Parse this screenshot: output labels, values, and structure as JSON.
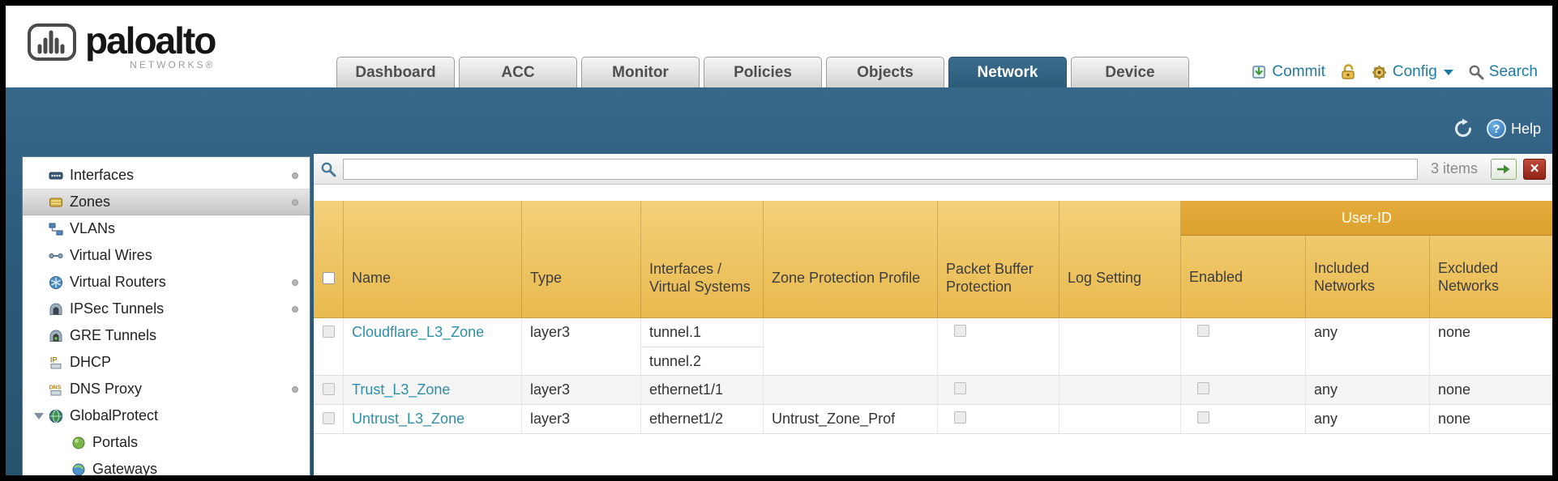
{
  "brand": {
    "name": "paloalto",
    "sub": "NETWORKS®"
  },
  "nav": {
    "tabs": [
      {
        "label": "Dashboard",
        "active": false
      },
      {
        "label": "ACC",
        "active": false
      },
      {
        "label": "Monitor",
        "active": false
      },
      {
        "label": "Policies",
        "active": false
      },
      {
        "label": "Objects",
        "active": false
      },
      {
        "label": "Network",
        "active": true
      },
      {
        "label": "Device",
        "active": false
      }
    ],
    "actions": {
      "commit": "Commit",
      "config": "Config",
      "search": "Search"
    }
  },
  "utility": {
    "help": "Help"
  },
  "sidebar": {
    "items": [
      {
        "label": "Interfaces",
        "icon": "interfaces-icon",
        "dot": true,
        "selected": false
      },
      {
        "label": "Zones",
        "icon": "zones-icon",
        "dot": true,
        "selected": true
      },
      {
        "label": "VLANs",
        "icon": "vlans-icon",
        "dot": false,
        "selected": false
      },
      {
        "label": "Virtual Wires",
        "icon": "virtual-wires-icon",
        "dot": false,
        "selected": false
      },
      {
        "label": "Virtual Routers",
        "icon": "virtual-routers-icon",
        "dot": true,
        "selected": false
      },
      {
        "label": "IPSec Tunnels",
        "icon": "ipsec-tunnels-icon",
        "dot": true,
        "selected": false
      },
      {
        "label": "GRE Tunnels",
        "icon": "gre-tunnels-icon",
        "dot": false,
        "selected": false
      },
      {
        "label": "DHCP",
        "icon": "dhcp-icon",
        "dot": false,
        "selected": false
      },
      {
        "label": "DNS Proxy",
        "icon": "dns-proxy-icon",
        "dot": true,
        "selected": false
      },
      {
        "label": "GlobalProtect",
        "icon": "globalprotect-icon",
        "dot": false,
        "selected": false,
        "expanded": true
      },
      {
        "label": "Portals",
        "icon": "portals-icon",
        "dot": false,
        "selected": false,
        "child": true
      },
      {
        "label": "Gateways",
        "icon": "gateways-icon",
        "dot": false,
        "selected": false,
        "child": true
      }
    ]
  },
  "filter": {
    "query": "",
    "items_count": "3 items"
  },
  "table": {
    "group_header": "User-ID",
    "columns": [
      "Name",
      "Type",
      "Interfaces / Virtual Systems",
      "Zone Protection Profile",
      "Packet Buffer Protection",
      "Log Setting",
      "Enabled",
      "Included Networks",
      "Excluded Networks"
    ],
    "rows": [
      {
        "name": "Cloudflare_L3_Zone",
        "type": "layer3",
        "interfaces": [
          "tunnel.1",
          "tunnel.2"
        ],
        "zone_protection_profile": "",
        "packet_buffer_protection": false,
        "log_setting": "",
        "user_id_enabled": false,
        "included_networks": "any",
        "excluded_networks": "none"
      },
      {
        "name": "Trust_L3_Zone",
        "type": "layer3",
        "interfaces": [
          "ethernet1/1"
        ],
        "zone_protection_profile": "",
        "packet_buffer_protection": false,
        "log_setting": "",
        "user_id_enabled": false,
        "included_networks": "any",
        "excluded_networks": "none"
      },
      {
        "name": "Untrust_L3_Zone",
        "type": "layer3",
        "interfaces": [
          "ethernet1/2"
        ],
        "zone_protection_profile": "Untrust_Zone_Prof",
        "packet_buffer_protection": false,
        "log_setting": "",
        "user_id_enabled": false,
        "included_networks": "any",
        "excluded_networks": "none"
      }
    ]
  },
  "colors": {
    "teal_band": "#2d5f7f",
    "header_gold": "#eec45f",
    "group_gold": "#e2a93e",
    "link": "#2e8fa8",
    "active_tab": "#31627f"
  }
}
